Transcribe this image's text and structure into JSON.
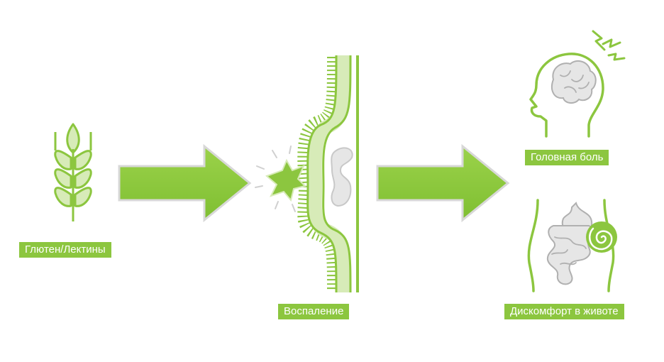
{
  "labels": {
    "gluten": "Глютен/Лектины",
    "inflammation": "Воспаление",
    "headache": "Головная боль",
    "abdominal": "Дискомфорт в животе"
  },
  "colors": {
    "green": "#8cc63f",
    "light_green": "#d7ebb8",
    "gray": "#9a9a9a",
    "light_gray": "#e6e6e6",
    "white": "#ffffff"
  },
  "icons": {
    "wheat": "wheat-icon",
    "intestine_wall": "intestinal-wall-icon",
    "head": "head-brain-icon",
    "lightning": "lightning-icon",
    "torso": "torso-digestive-icon",
    "swirl": "pain-swirl-icon"
  }
}
